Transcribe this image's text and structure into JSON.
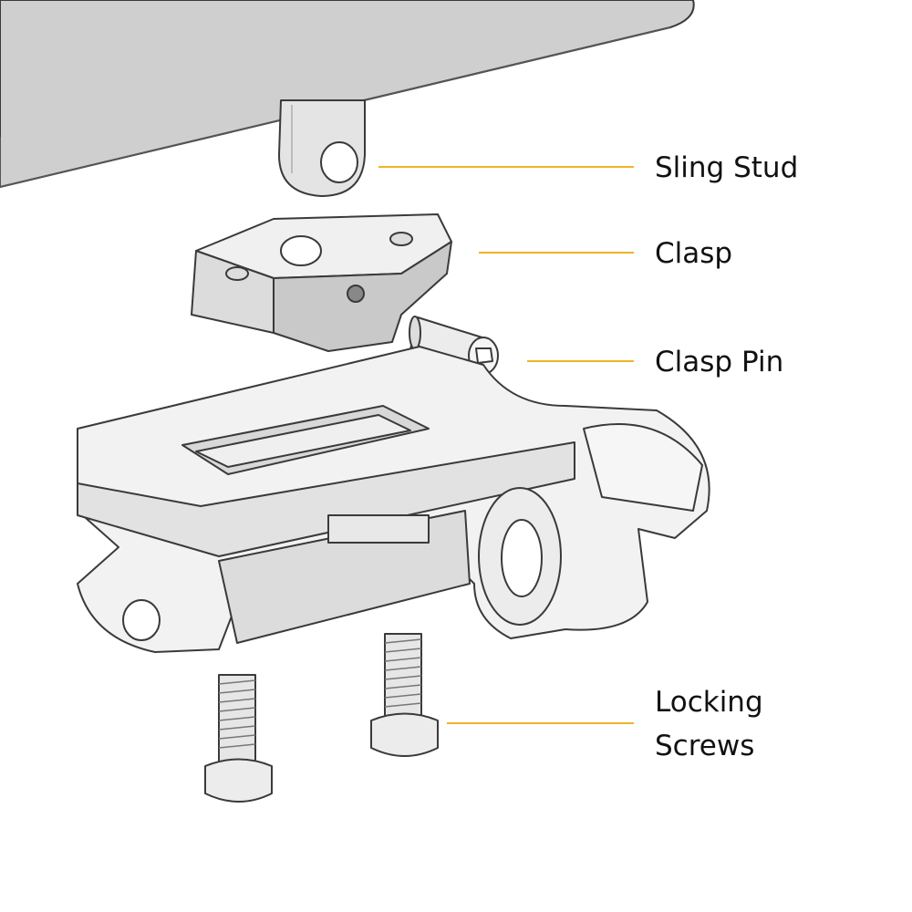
{
  "diagram": {
    "labels": {
      "sling_stud": "Sling Stud",
      "clasp": "Clasp",
      "clasp_pin": "Clasp Pin",
      "locking_screws_line1": "Locking",
      "locking_screws_line2": "Screws"
    },
    "colors": {
      "leader": "#f0b429",
      "part_light": "#f2f2f2",
      "part_mid": "#d9d9d9",
      "part_dark": "#bdbdbd",
      "outline": "#3a3a3a",
      "stock": "#cfcfcf"
    }
  }
}
